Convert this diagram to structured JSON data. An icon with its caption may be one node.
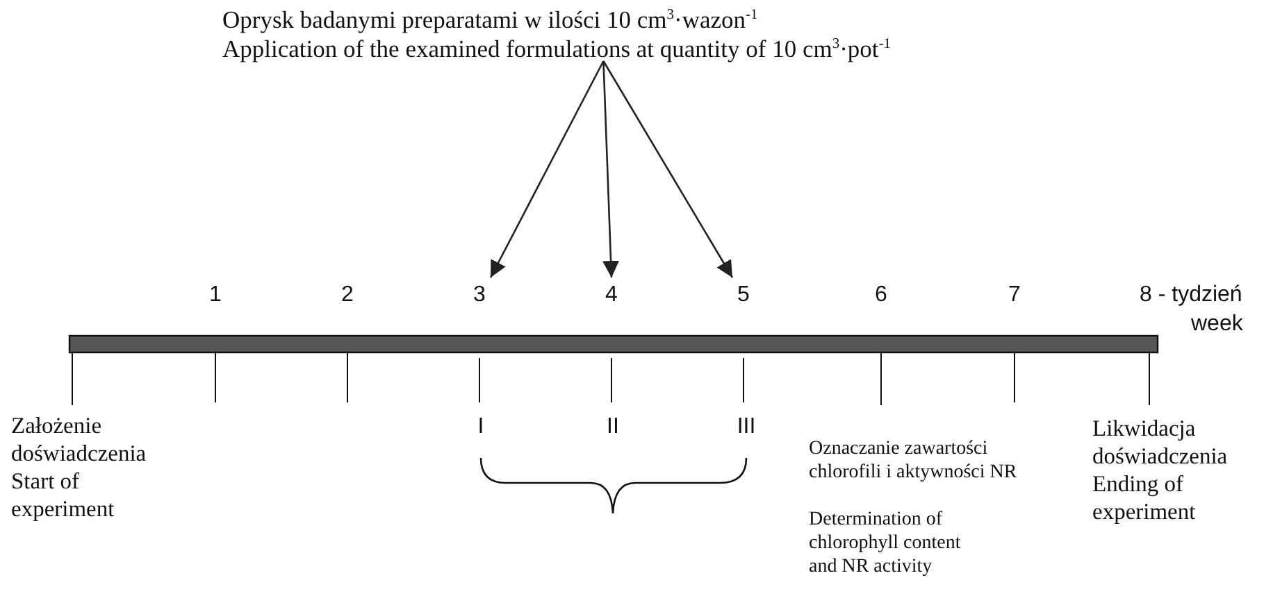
{
  "diagram": {
    "nodes": [
      {
        "text": [
          "Oprysk badanymi preparatami w ilości 10 cm$^{3}$·wazon$^{-1}$",
          "Application of the examined formulations at quantity of 10 cm$^{3}$·pot$^{-1}$"
        ]
      },
      {
        "text": [
          "3"
        ]
      },
      {
        "text": [
          "4"
        ]
      },
      {
        "text": [
          "5"
        ]
      }
    ],
    "edges": [
      {
        "from": 0,
        "to": 1,
        "arrow": "to"
      },
      {
        "from": 0,
        "to": 2,
        "arrow": "to"
      },
      {
        "from": 0,
        "to": 3,
        "arrow": "to"
      }
    ],
    "labels": [
      "1",
      "2",
      "6",
      "7",
      "8 - tydzień",
      "week",
      "I",
      "II",
      "III",
      "Założenie doświadczenia",
      "Start of experiment",
      "Oznaczanie zawartości chlorofili i aktywności NR",
      "Determination of chlorophyll content and NR activity",
      "Likwidacja doświadczenia",
      "Ending of experiment"
    ]
  }
}
